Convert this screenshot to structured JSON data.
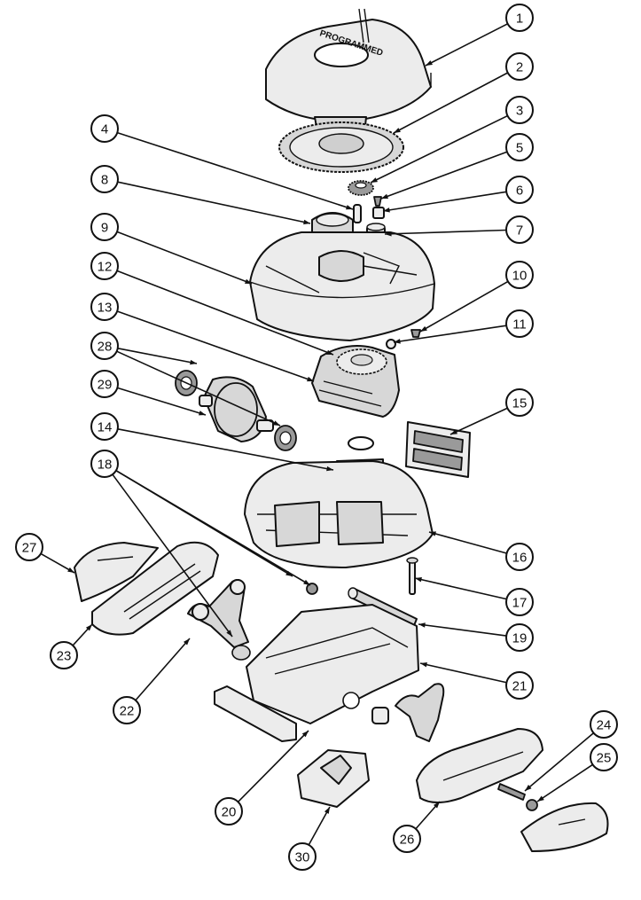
{
  "diagram": {
    "type": "exploded-parts-diagram",
    "callouts": [
      {
        "id": "1",
        "label": "1"
      },
      {
        "id": "2",
        "label": "2"
      },
      {
        "id": "3",
        "label": "3"
      },
      {
        "id": "4",
        "label": "4"
      },
      {
        "id": "5",
        "label": "5"
      },
      {
        "id": "6",
        "label": "6"
      },
      {
        "id": "7",
        "label": "7"
      },
      {
        "id": "8",
        "label": "8"
      },
      {
        "id": "9",
        "label": "9"
      },
      {
        "id": "10",
        "label": "10"
      },
      {
        "id": "11",
        "label": "11"
      },
      {
        "id": "12",
        "label": "12"
      },
      {
        "id": "13",
        "label": "13"
      },
      {
        "id": "14",
        "label": "14"
      },
      {
        "id": "15",
        "label": "15"
      },
      {
        "id": "16",
        "label": "16"
      },
      {
        "id": "17",
        "label": "17"
      },
      {
        "id": "18",
        "label": "18"
      },
      {
        "id": "19",
        "label": "19"
      },
      {
        "id": "20",
        "label": "20"
      },
      {
        "id": "21",
        "label": "21"
      },
      {
        "id": "22",
        "label": "22"
      },
      {
        "id": "23",
        "label": "23"
      },
      {
        "id": "24",
        "label": "24"
      },
      {
        "id": "25",
        "label": "25"
      },
      {
        "id": "26",
        "label": "26"
      },
      {
        "id": "27",
        "label": "27"
      },
      {
        "id": "28",
        "label": "28"
      },
      {
        "id": "29",
        "label": "29"
      },
      {
        "id": "30",
        "label": "30"
      }
    ],
    "part_markings": {
      "top_cover_text": "PROGRAMMED"
    }
  }
}
